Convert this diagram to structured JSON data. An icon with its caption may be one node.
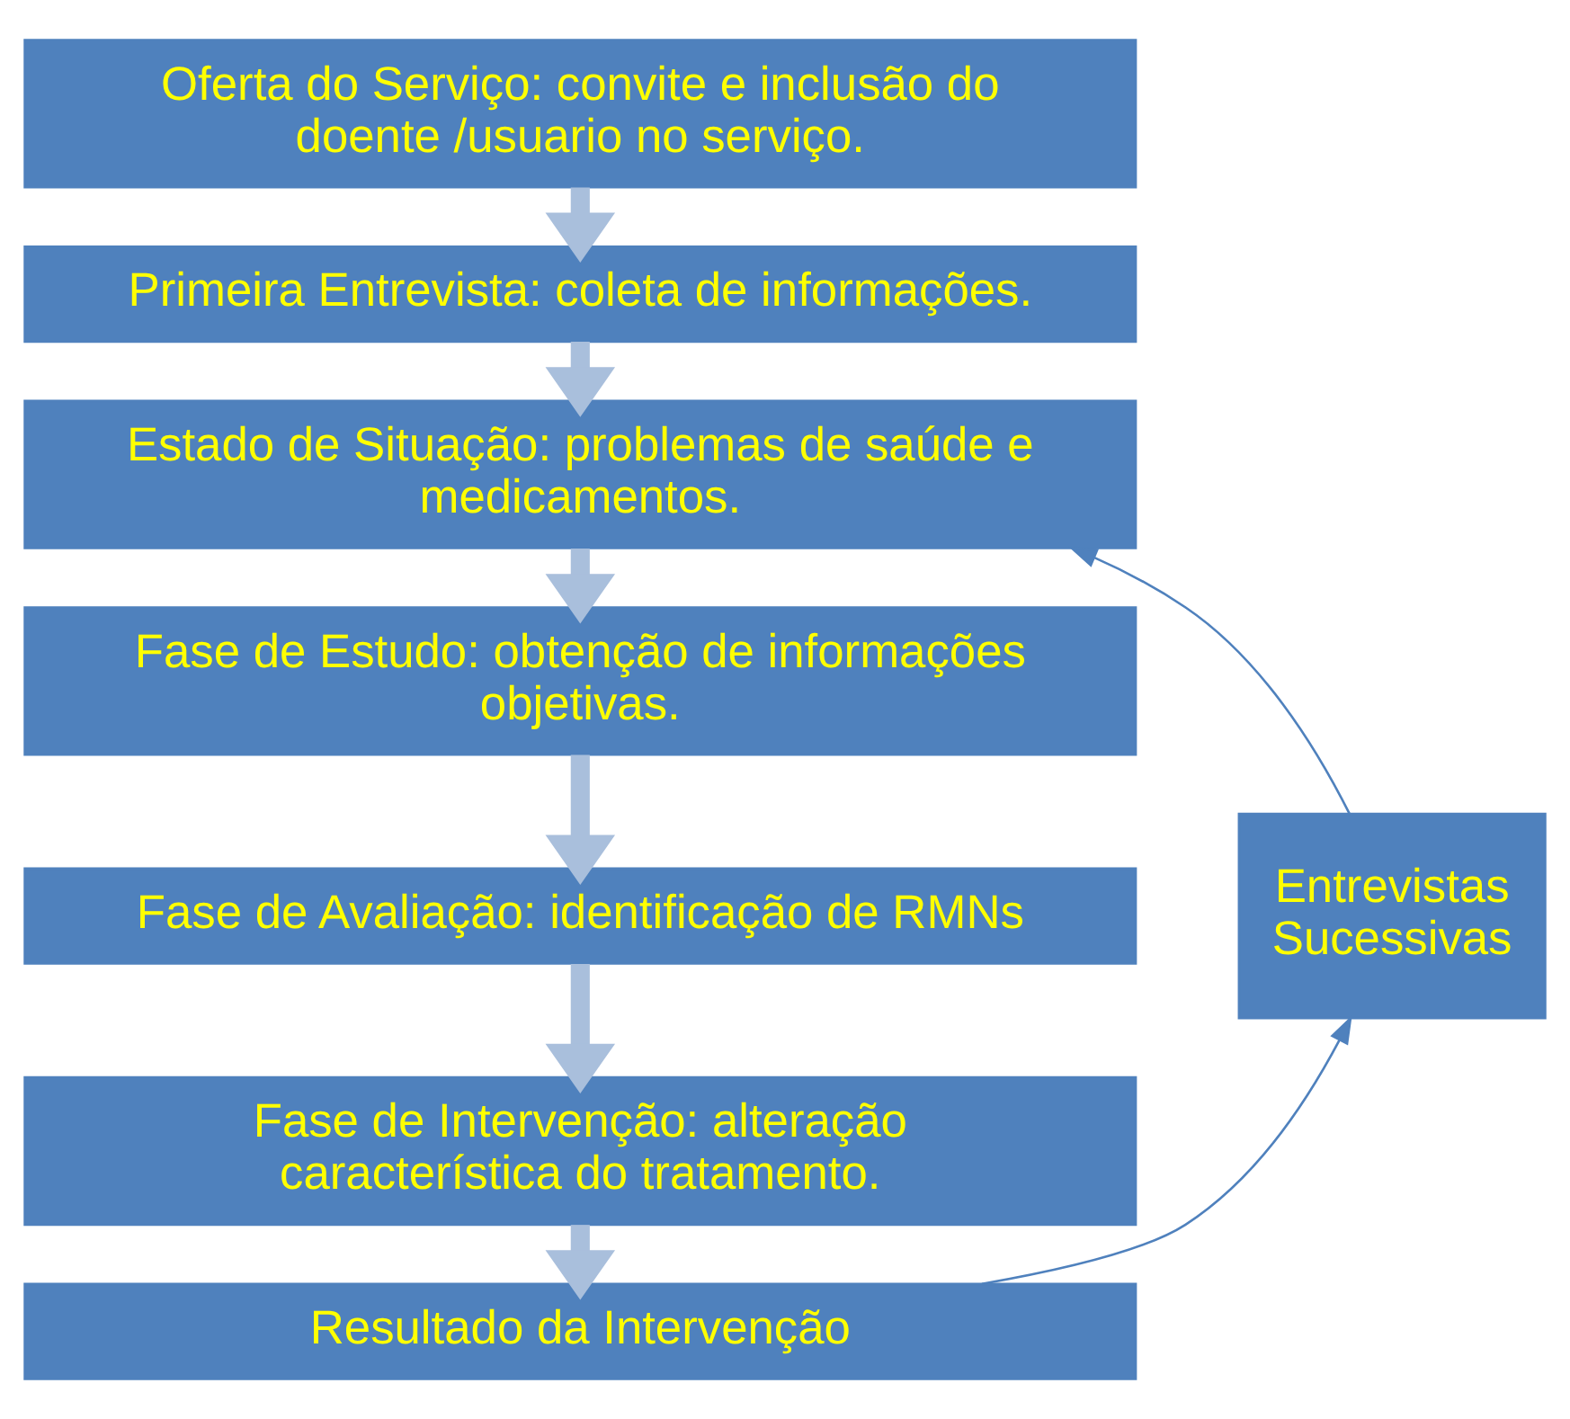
{
  "diagram": {
    "nodes": [
      {
        "text": [
          "Oferta do Serviço: convite e inclusão do doente /usuario no serviço."
        ]
      },
      {
        "text": [
          "Primeira Entrevista: coleta de informações."
        ]
      },
      {
        "text": [
          "Estado de Situação: problemas de saúde e medicamentos."
        ]
      },
      {
        "text": [
          "Fase de Estudo: obtenção de informações objetivas."
        ]
      },
      {
        "text": [
          "Fase de Avaliação: identificação de RMNs"
        ]
      },
      {
        "text": [
          "Fase de Intervenção: alteração característica do tratamento."
        ]
      },
      {
        "text": [
          "Resultado da Intervenção"
        ]
      },
      {
        "text": [
          "Entrevistas Sucessivas"
        ]
      }
    ],
    "edges": [
      {
        "from": 0,
        "to": 1,
        "arrow": "to"
      },
      {
        "from": 1,
        "to": 2,
        "arrow": "to"
      },
      {
        "from": 2,
        "to": 3,
        "arrow": "to"
      },
      {
        "from": 3,
        "to": 4,
        "arrow": "to"
      },
      {
        "from": 4,
        "to": 5,
        "arrow": "to"
      },
      {
        "from": 5,
        "to": 6,
        "arrow": "to"
      },
      {
        "from": 6,
        "to": 7,
        "arrow": "to",
        "color": "#4f81bd"
      },
      {
        "from": 7,
        "to": 2,
        "arrow": "to",
        "color": "#4f81bd"
      }
    ]
  }
}
